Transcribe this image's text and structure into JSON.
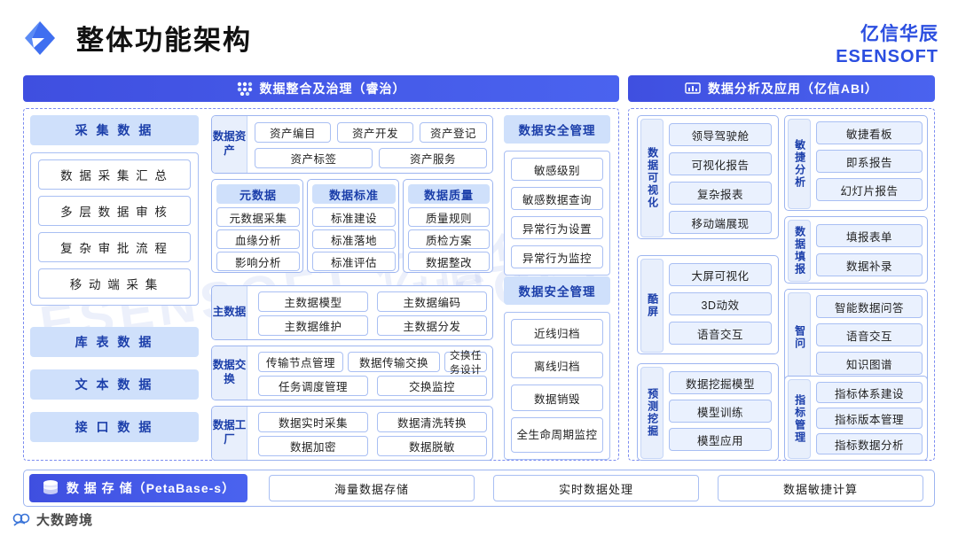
{
  "header": {
    "title": "整体功能架构",
    "brand_cn": "亿信华辰",
    "brand_en": "ESENSOFT",
    "logo_icon": "diamond-logo-icon"
  },
  "watermark": {
    "line1": "ESENSOFT 亿信华辰",
    "line2": "ESENSOFT"
  },
  "banners": {
    "left": {
      "label": "数据整合及治理（睿治）",
      "icon": "data-governance-icon"
    },
    "right": {
      "label": "数据分析及应用（亿信ABI）",
      "icon": "analytics-icon"
    }
  },
  "collect": {
    "head": "采 集 数 据",
    "items": [
      "数 据 采 集 汇 总",
      "多 层 数 据 审 核",
      "复 杂 审 批 流 程",
      "移 动 端 采 集"
    ],
    "others": [
      "库 表 数 据",
      "文 本 数 据",
      "接 口 数 据"
    ]
  },
  "asset": {
    "tab": "数据资产",
    "row1": [
      "资产编目",
      "资产开发",
      "资产登记"
    ],
    "row2": [
      "资产标签",
      "资产服务"
    ]
  },
  "meta": {
    "columns": [
      {
        "head": "元数据",
        "items": [
          "元数据采集",
          "血缘分析",
          "影响分析"
        ]
      },
      {
        "head": "数据标准",
        "items": [
          "标准建设",
          "标准落地",
          "标准评估"
        ]
      },
      {
        "head": "数据质量",
        "items": [
          "质量规则",
          "质检方案",
          "数据整改"
        ]
      }
    ]
  },
  "master": {
    "tab": "主数据",
    "items": [
      "主数据模型",
      "主数据编码",
      "主数据维护",
      "主数据分发"
    ]
  },
  "exchange": {
    "tab": "数据交换",
    "items": [
      "传输节点管理",
      "数据传输交换",
      "交换任务设计",
      "任务调度管理",
      "交换监控"
    ]
  },
  "factory": {
    "tab": "数据工厂",
    "items": [
      "数据实时采集",
      "数据清洗转换",
      "数据加密",
      "数据脱敏"
    ]
  },
  "security_top": {
    "head": "数据安全管理",
    "items": [
      "敏感级别",
      "敏感数据查询",
      "异常行为设置",
      "异常行为监控"
    ]
  },
  "security_bottom": {
    "head": "数据安全管理",
    "items": [
      "近线归档",
      "离线归档",
      "数据销毁",
      "全生命周期监控"
    ]
  },
  "visual": {
    "tab": "数据可视化",
    "items": [
      "领导驾驶舱",
      "可视化报告",
      "复杂报表",
      "移动端展现"
    ]
  },
  "cool": {
    "tab": "酷屏",
    "items": [
      "大屏可视化",
      "3D动效",
      "语音交互"
    ]
  },
  "mining": {
    "tab": "预测挖掘",
    "items": [
      "数据挖掘模型",
      "模型训练",
      "模型应用"
    ]
  },
  "agile": {
    "tab": "敏捷分析",
    "items": [
      "敏捷看板",
      "即系报告",
      "幻灯片报告"
    ]
  },
  "fill": {
    "tab": "数据填报",
    "items": [
      "填报表单",
      "数据补录"
    ]
  },
  "ask": {
    "tab": "智问",
    "items": [
      "智能数据问答",
      "语音交互",
      "知识图谱"
    ]
  },
  "indicator": {
    "tab": "指标管理",
    "items": [
      "指标体系建设",
      "指标版本管理",
      "指标数据分析"
    ]
  },
  "storage": {
    "label": "数 据 存 储（PetaBase-s）",
    "icon": "database-icon",
    "items": [
      "海量数据存储",
      "实时数据处理",
      "数据敏捷计算"
    ]
  },
  "footer": {
    "text": "大数跨境",
    "icon": "footer-logo-icon"
  }
}
